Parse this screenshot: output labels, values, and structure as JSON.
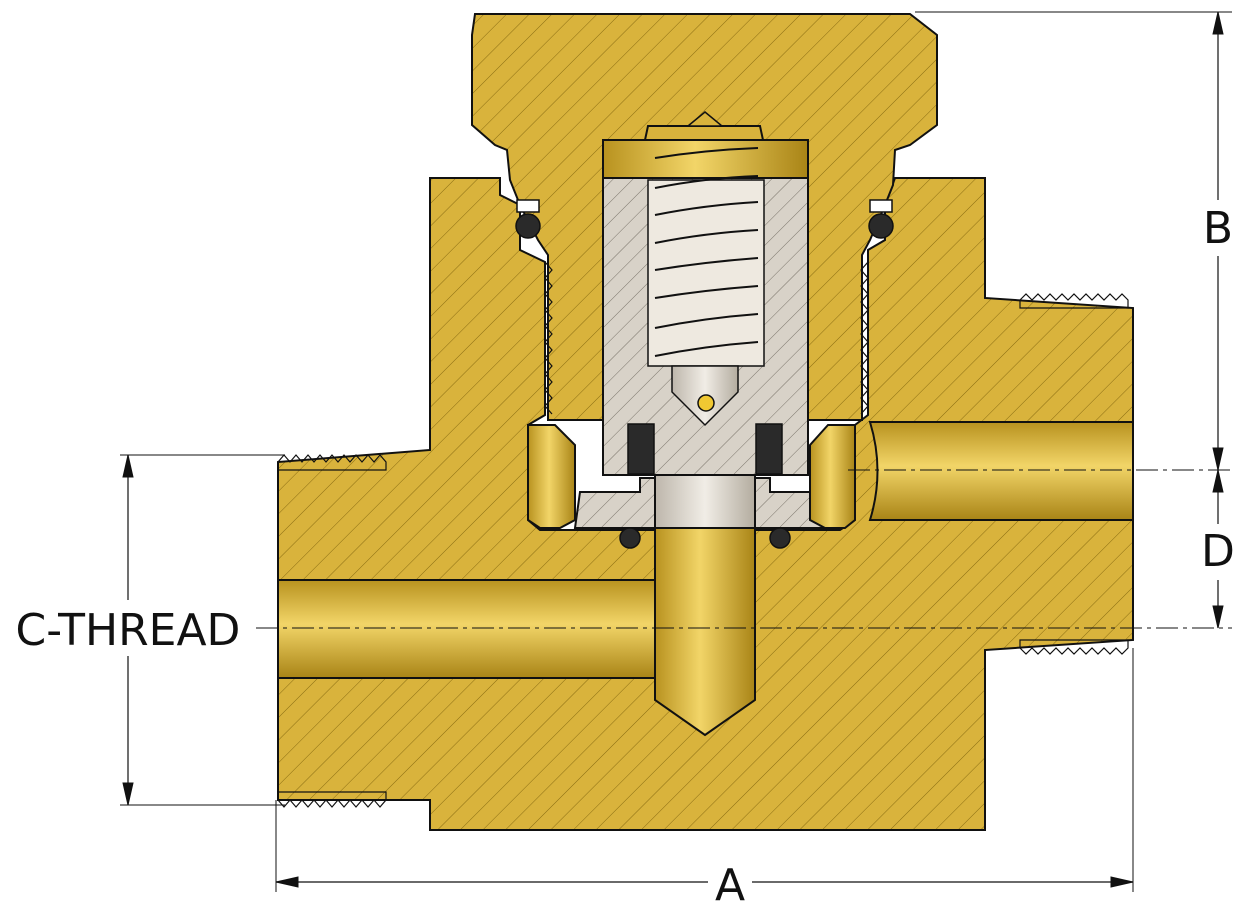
{
  "labels": {
    "a": "A",
    "b": "B",
    "c": "C-THREAD",
    "d": "D"
  },
  "colors": {
    "brass": "#d9b33c",
    "brass_dark": "#c9a12c",
    "steel": "#d8d2c8",
    "seal": "#2a2a2a",
    "outline": "#111111"
  }
}
